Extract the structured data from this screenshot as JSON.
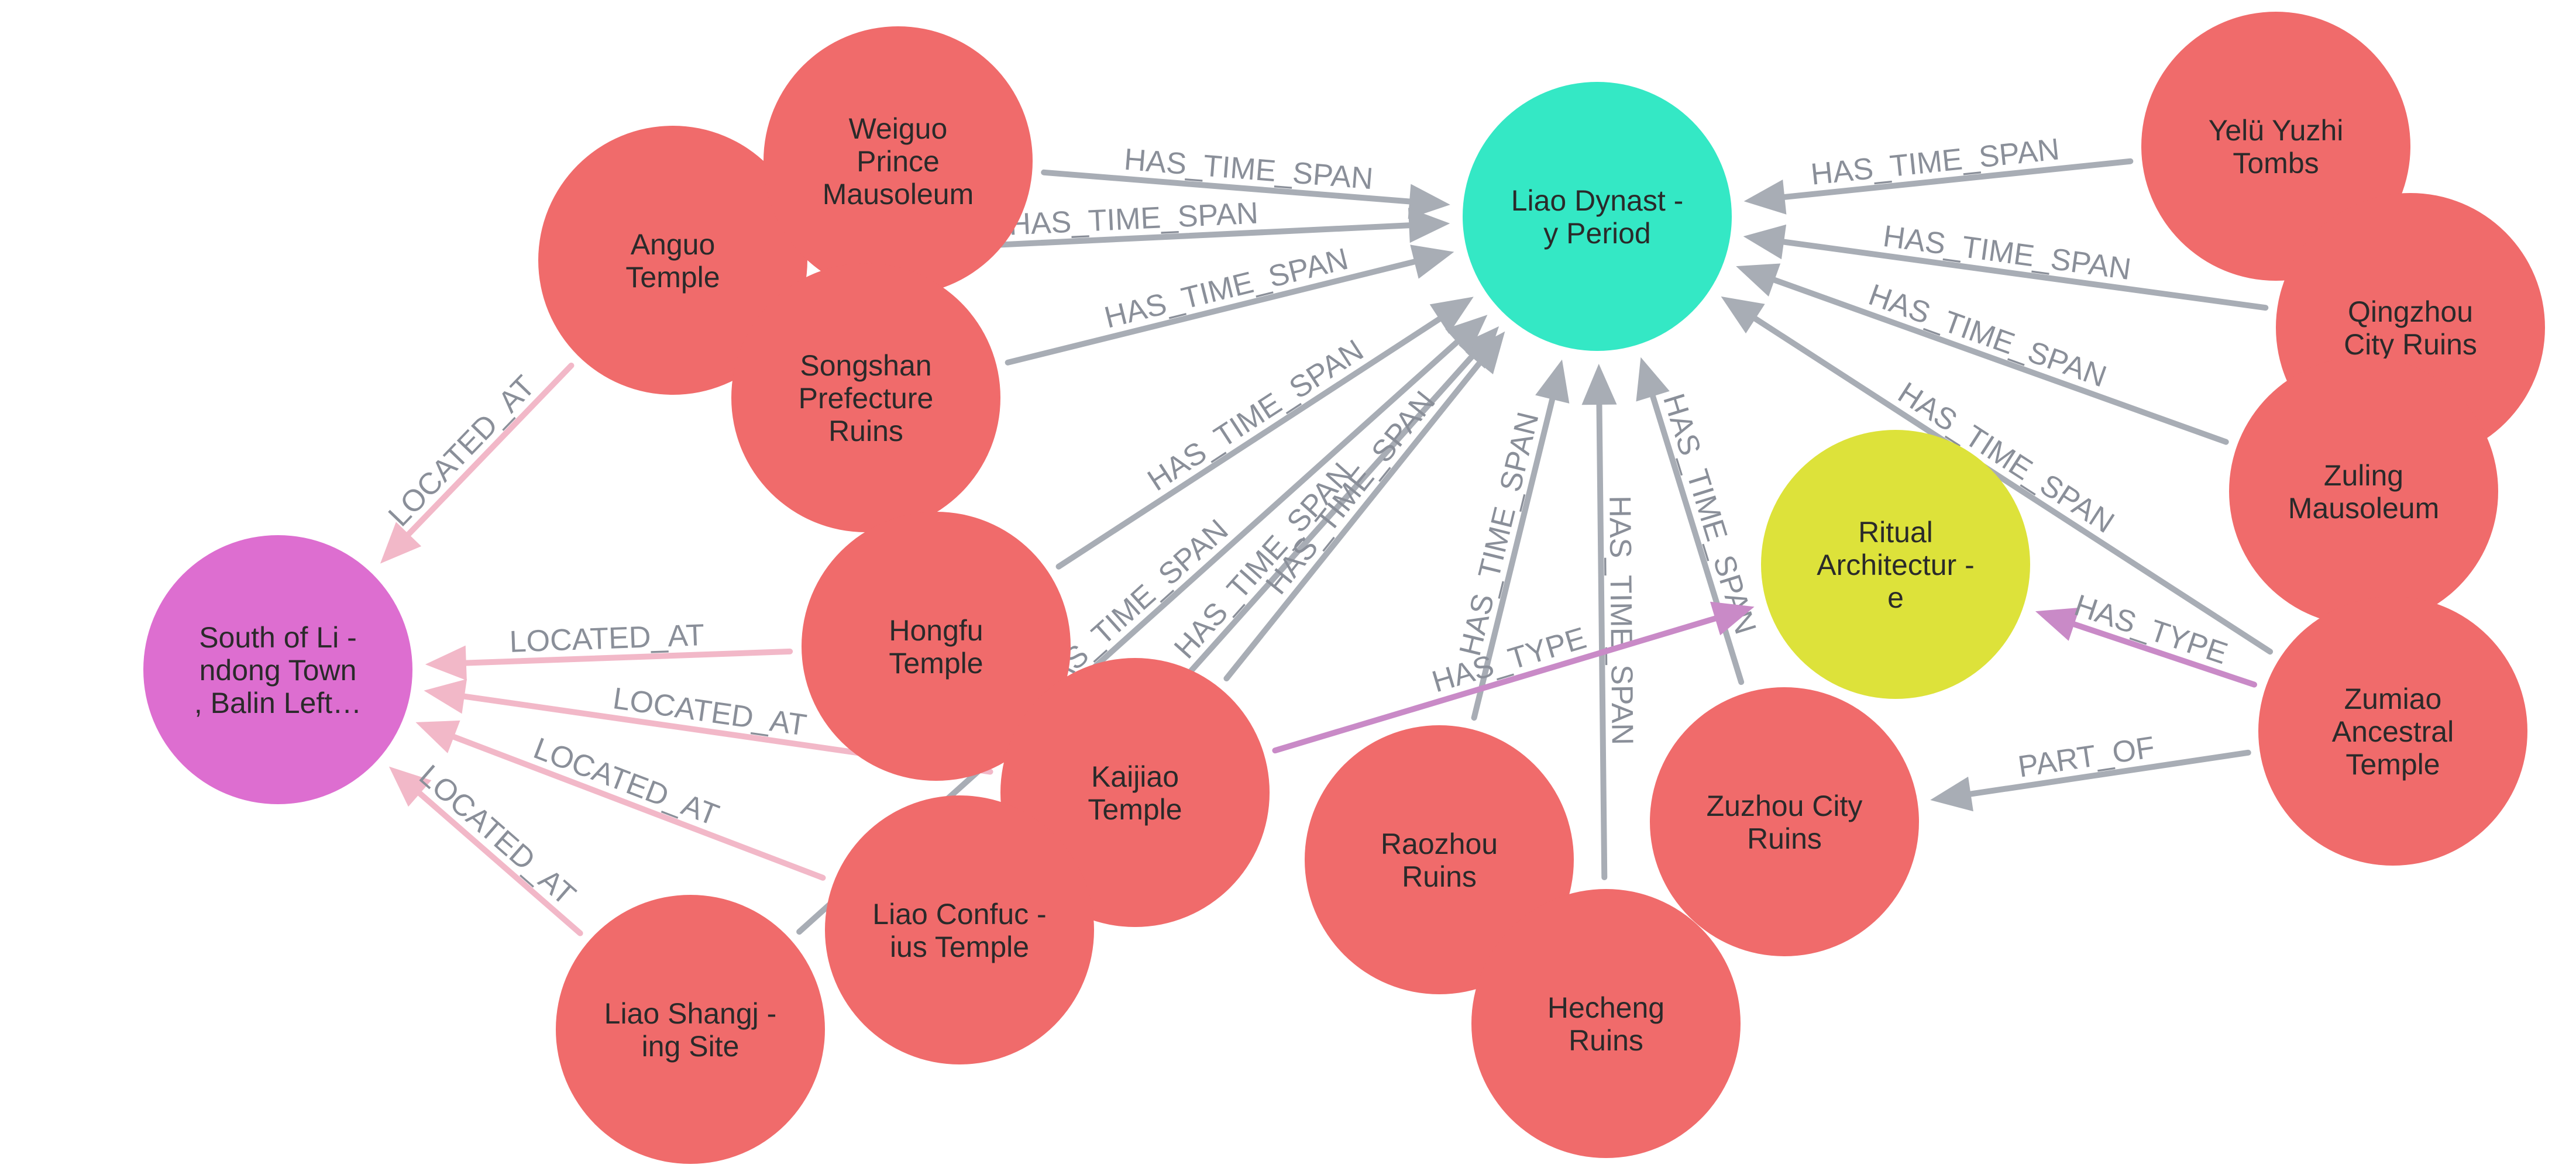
{
  "graph": {
    "node_types": {
      "site": "#f06b6b",
      "period": "#34e8c5",
      "type": "#dde23a",
      "place": "#dd6ed0"
    },
    "edge_colors": {
      "HAS_TIME_SPAN": "#a8adb5",
      "LOCATED_AT": "#f2b8c8",
      "HAS_TYPE": "#c98ac7",
      "PART_OF": "#a8adb5"
    },
    "nodes": [
      {
        "id": "anguo",
        "kind": "site",
        "lines": [
          "Anguo",
          "Temple"
        ]
      },
      {
        "id": "weiguo",
        "kind": "site",
        "lines": [
          "Weiguo",
          "Prince",
          "Mausoleum"
        ]
      },
      {
        "id": "songshan",
        "kind": "site",
        "lines": [
          "Songshan",
          "Prefecture",
          "Ruins"
        ]
      },
      {
        "id": "hongfu",
        "kind": "site",
        "lines": [
          "Hongfu",
          "Temple"
        ]
      },
      {
        "id": "kaijiao",
        "kind": "site",
        "lines": [
          "Kaijiao",
          "Temple"
        ]
      },
      {
        "id": "confucius",
        "kind": "site",
        "lines": [
          "Liao Confuc -",
          "ius Temple"
        ]
      },
      {
        "id": "shangjing",
        "kind": "site",
        "lines": [
          "Liao Shangj -",
          "ing Site"
        ]
      },
      {
        "id": "raozhou",
        "kind": "site",
        "lines": [
          "Raozhou",
          "Ruins"
        ]
      },
      {
        "id": "hecheng",
        "kind": "site",
        "lines": [
          "Hecheng",
          "Ruins"
        ]
      },
      {
        "id": "zuzhou",
        "kind": "site",
        "lines": [
          "Zuzhou City",
          "Ruins"
        ]
      },
      {
        "id": "yelu",
        "kind": "site",
        "lines": [
          "Yelü Yuzhi",
          "Tombs"
        ]
      },
      {
        "id": "qingzhou",
        "kind": "site",
        "lines": [
          "Qingzhou",
          "City Ruins"
        ]
      },
      {
        "id": "zuling",
        "kind": "site",
        "lines": [
          "Zuling",
          "Mausoleum"
        ]
      },
      {
        "id": "zumiao",
        "kind": "site",
        "lines": [
          "Zumiao",
          "Ancestral",
          "Temple"
        ]
      },
      {
        "id": "liao",
        "kind": "period",
        "lines": [
          "Liao Dynast -",
          "y Period"
        ]
      },
      {
        "id": "ritual",
        "kind": "type",
        "lines": [
          "Ritual",
          "Architectur -",
          "e"
        ]
      },
      {
        "id": "south",
        "kind": "place",
        "lines": [
          "South of Li -",
          "ndong Town",
          ", Balin Left…"
        ]
      }
    ],
    "edges": [
      {
        "from": "weiguo",
        "to": "liao",
        "label": "HAS_TIME_SPAN"
      },
      {
        "from": "anguo",
        "to": "liao",
        "label": "HAS_TIME_SPAN"
      },
      {
        "from": "songshan",
        "to": "liao",
        "label": "HAS_TIME_SPAN"
      },
      {
        "from": "hongfu",
        "to": "liao",
        "label": "HAS_TIME_SPAN"
      },
      {
        "from": "confucius",
        "to": "liao",
        "label": "HAS_TIME_SPAN"
      },
      {
        "from": "shangjing",
        "to": "liao",
        "label": "HAS_TIME_SPAN"
      },
      {
        "from": "kaijiao",
        "to": "liao",
        "label": "HAS_TIME_SPAN"
      },
      {
        "from": "raozhou",
        "to": "liao",
        "label": "HAS_TIME_SPAN"
      },
      {
        "from": "hecheng",
        "to": "liao",
        "label": "HAS_TIME_SPAN"
      },
      {
        "from": "zuzhou",
        "to": "liao",
        "label": "HAS_TIME_SPAN"
      },
      {
        "from": "yelu",
        "to": "liao",
        "label": "HAS_TIME_SPAN"
      },
      {
        "from": "qingzhou",
        "to": "liao",
        "label": "HAS_TIME_SPAN"
      },
      {
        "from": "zuling",
        "to": "liao",
        "label": "HAS_TIME_SPAN"
      },
      {
        "from": "zumiao",
        "to": "liao",
        "label": "HAS_TIME_SPAN"
      },
      {
        "from": "anguo",
        "to": "south",
        "label": "LOCATED_AT"
      },
      {
        "from": "hongfu",
        "to": "south",
        "label": "LOCATED_AT"
      },
      {
        "from": "kaijiao",
        "to": "south",
        "label": "LOCATED_AT"
      },
      {
        "from": "confucius",
        "to": "south",
        "label": "LOCATED_AT"
      },
      {
        "from": "shangjing",
        "to": "south",
        "label": "LOCATED_AT"
      },
      {
        "from": "kaijiao",
        "to": "ritual",
        "label": "HAS_TYPE"
      },
      {
        "from": "zumiao",
        "to": "ritual",
        "label": "HAS_TYPE"
      },
      {
        "from": "zumiao",
        "to": "zuzhou",
        "label": "PART_OF"
      }
    ]
  }
}
